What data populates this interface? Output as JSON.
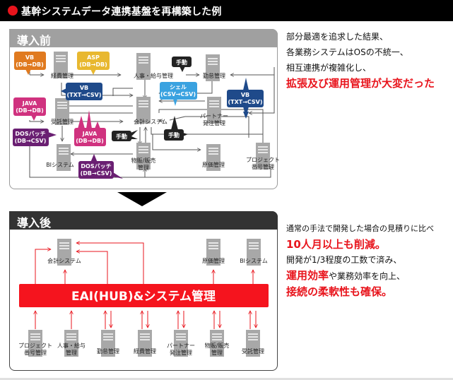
{
  "title": "基幹システムデータ連携基盤を再構築した例",
  "before": {
    "heading": "導入前",
    "systems": {
      "keihi": "経費管理",
      "jinji": "人事・給与管理",
      "kintai": "勤怠管理",
      "jutaku": "受託管理",
      "kaikei": "会計システム",
      "partner_1": "パートナー",
      "partner_2": "発注管理",
      "bi": "BIシステム",
      "buppan_1": "物販/販売",
      "buppan_2": "管理",
      "genka": "原価管理",
      "project_1": "プロジェクト",
      "project_2": "番号管理"
    },
    "callouts": [
      {
        "name": "vb-db-db",
        "line1": "VB",
        "line2": "(DB→DB)",
        "color": "#e07a1f"
      },
      {
        "name": "asp-db-db",
        "line1": "ASP",
        "line2": "(DB→DB)",
        "color": "#e8b830"
      },
      {
        "name": "manual-1",
        "line1": "手動",
        "line2": "",
        "color": "#222222"
      },
      {
        "name": "vb-txt-csv-1",
        "line1": "VB",
        "line2": "(TXT→CSV)",
        "color": "#1f4a8a"
      },
      {
        "name": "shell-csv-csv",
        "line1": "シェル",
        "line2": "(CSV→CSV)",
        "color": "#3aa2e0"
      },
      {
        "name": "vb-txt-csv-2",
        "line1": "VB",
        "line2": "(TXT→CSV)",
        "color": "#1f4a8a"
      },
      {
        "name": "java-db-db-1",
        "line1": "JAVA",
        "line2": "(DB→DB)",
        "color": "#d0327f"
      },
      {
        "name": "dos-batch-1",
        "line1": "DOSバッチ",
        "line2": "(DB→CSV)",
        "color": "#6a1f72"
      },
      {
        "name": "java-db-db-2",
        "line1": "JAVA",
        "line2": "(DB→DB)",
        "color": "#d0327f"
      },
      {
        "name": "manual-2",
        "line1": "手動",
        "line2": "",
        "color": "#222222"
      },
      {
        "name": "manual-3",
        "line1": "手動",
        "line2": "",
        "color": "#222222"
      },
      {
        "name": "dos-batch-2",
        "line1": "DOSバッチ",
        "line2": "(DB→CSV)",
        "color": "#6a1f72"
      }
    ],
    "description": {
      "line1": "部分最適を追求した結果、",
      "line2": "各業務システムはOSの不統一、",
      "line3": "相互連携が複雑化し、",
      "emphasis": "拡張及び運用管理が大変だった"
    }
  },
  "after": {
    "heading": "導入後",
    "hub_label": "EAI(HUB)&システム管理",
    "hub_color": "#f5141e",
    "top_systems": {
      "kaikei": "会計システム",
      "genka": "原価管理",
      "bi": "BIシステム"
    },
    "bottom_systems": [
      {
        "line1": "プロジェクト",
        "line2": "番号管理"
      },
      {
        "line1": "人事・給与",
        "line2": "管理"
      },
      {
        "line1": "勤怠管理",
        "line2": ""
      },
      {
        "line1": "経費管理",
        "line2": ""
      },
      {
        "line1": "パートナー",
        "line2": "発注管理"
      },
      {
        "line1": "物販/販売",
        "line2": "管理"
      },
      {
        "line1": "受託管理",
        "line2": ""
      }
    ],
    "description": {
      "line1": "通常の手法で開発した場合の見積りに比べ",
      "emphasis1": "10人月以上も削減。",
      "line2": "開発が1/3程度の工数で済み、",
      "emphasis2": "運用効率",
      "line3_rest": "や業務効率を向上、",
      "emphasis3": "接続の柔軟性も確保。"
    }
  },
  "colors": {
    "accent_red": "#e8141c",
    "server_gray": "#a8a8a8",
    "line_gray": "#555555"
  }
}
